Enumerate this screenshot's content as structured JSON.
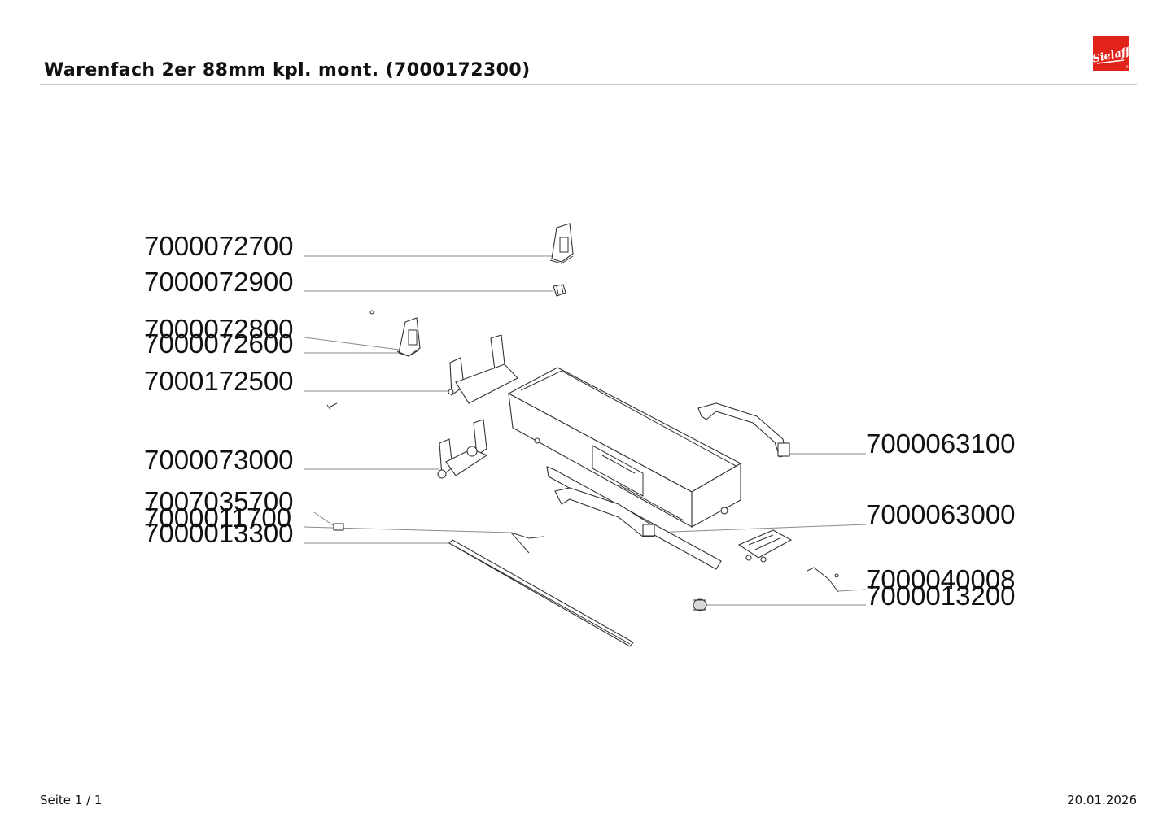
{
  "header": {
    "title": "Warenfach 2er 88mm kpl. mont. (7000172300)",
    "logo_text": "Sielaff",
    "brand_color": "#e2231a"
  },
  "footer": {
    "page": "Seite 1 / 1",
    "date": "20.01.2026"
  },
  "part_labels": [
    "7000072700",
    "7000072900",
    "7000072800",
    "7000072600",
    "7000172500",
    "7000073000",
    "7007035700",
    "7000011700",
    "7000013300",
    "7000063100",
    "7000063000",
    "7000040008",
    "7000013200"
  ]
}
